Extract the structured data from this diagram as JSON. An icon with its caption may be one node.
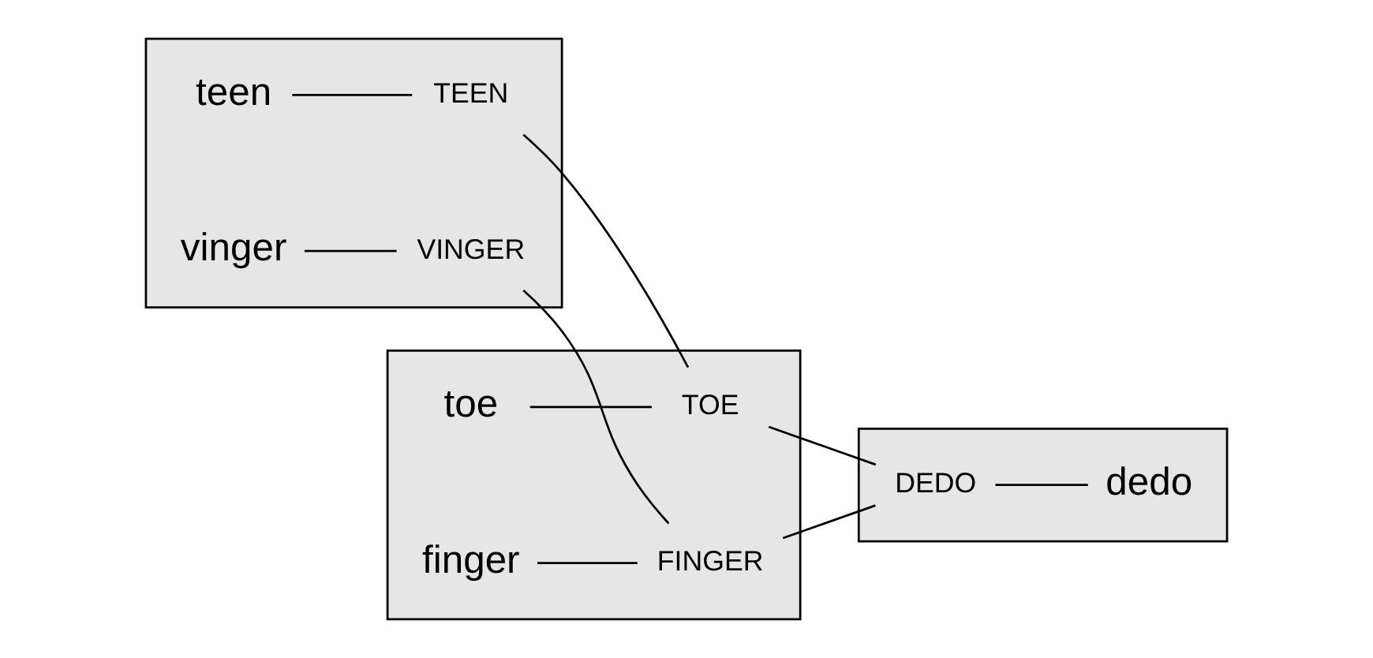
{
  "diagram": {
    "nodes": [
      {
        "text": [],
        "shape": "box"
      },
      {
        "text": [
          "teen"
        ],
        "in": 0
      },
      {
        "text": [
          "TEEN"
        ],
        "in": 0
      },
      {
        "text": [
          "vinger"
        ],
        "in": 0
      },
      {
        "text": [
          "VINGER"
        ],
        "in": 0
      },
      {
        "text": [],
        "shape": "box"
      },
      {
        "text": [
          "finger"
        ],
        "in": 5
      },
      {
        "text": [
          "toe"
        ],
        "in": 5
      },
      {
        "text": [
          "TOE"
        ],
        "in": 5
      },
      {
        "text": [
          "FINGER"
        ],
        "in": 5
      },
      {
        "text": [],
        "shape": "box"
      },
      {
        "text": [
          "DEDO"
        ],
        "in": 10
      },
      {
        "text": [
          "dedo"
        ],
        "in": 10
      }
    ],
    "edges": [
      {
        "from": 1,
        "to": 2,
        "arrow": "none"
      },
      {
        "from": 3,
        "to": 4,
        "arrow": "none"
      },
      {
        "from": 2,
        "to": 8,
        "arrow": "none"
      },
      {
        "from": 4,
        "to": 9,
        "arrow": "none"
      },
      {
        "from": 6,
        "to": 9,
        "arrow": "none"
      },
      {
        "from": 7,
        "to": 8,
        "arrow": "none"
      },
      {
        "from": 8,
        "to": 11,
        "arrow": "none"
      },
      {
        "from": 9,
        "to": 11,
        "arrow": "none"
      },
      {
        "from": 11,
        "to": 12,
        "arrow": "none"
      }
    ]
  }
}
